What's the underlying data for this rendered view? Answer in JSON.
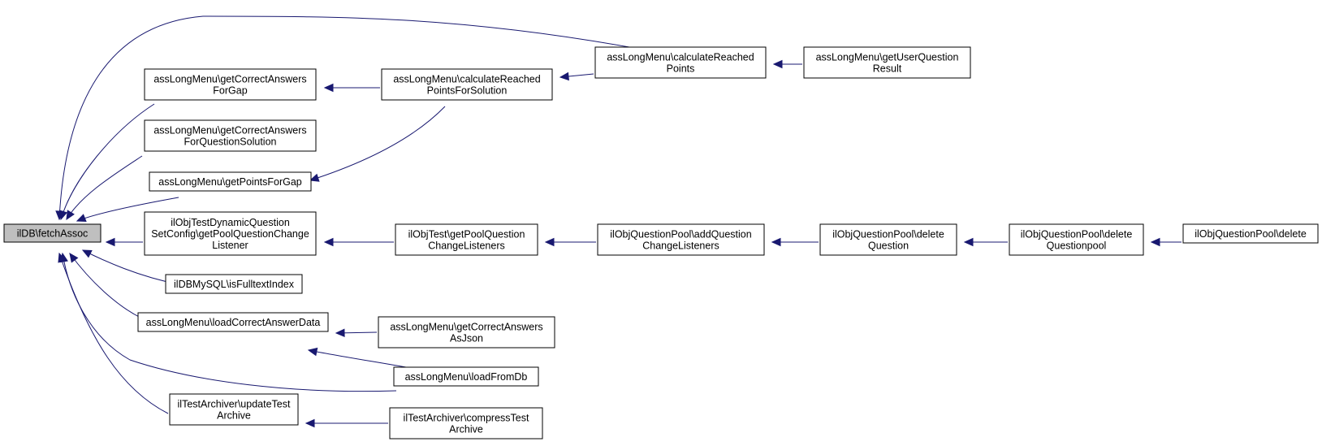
{
  "colors": {
    "edge": "#191970",
    "root_fill": "#bfbfbf",
    "node_fill": "#ffffff",
    "node_stroke": "#000000"
  },
  "nodes": {
    "root": {
      "lines": [
        "ilDB\\fetchAssoc"
      ]
    },
    "lm_corrgap": {
      "lines": [
        "assLongMenu\\getCorrectAnswers",
        "ForGap"
      ]
    },
    "lm_corrqs": {
      "lines": [
        "assLongMenu\\getCorrectAnswers",
        "ForQuestionSolution"
      ]
    },
    "lm_points": {
      "lines": [
        "assLongMenu\\getPointsForGap"
      ]
    },
    "dyn": {
      "lines": [
        "ilObjTestDynamicQuestion",
        "SetConfig\\getPoolQuestionChange",
        "Listener"
      ]
    },
    "mysql": {
      "lines": [
        "ilDBMySQL\\isFulltextIndex"
      ]
    },
    "lm_load": {
      "lines": [
        "assLongMenu\\loadCorrectAnswerData"
      ]
    },
    "arch": {
      "lines": [
        "ilTestArchiver\\updateTest",
        "Archive"
      ]
    },
    "lm_calcsol": {
      "lines": [
        "assLongMenu\\calculateReached",
        "PointsForSolution"
      ]
    },
    "lm_calc": {
      "lines": [
        "assLongMenu\\calculateReached",
        "Points"
      ]
    },
    "lm_user": {
      "lines": [
        "assLongMenu\\getUserQuestion",
        "Result"
      ]
    },
    "test_pool": {
      "lines": [
        "ilObjTest\\getPoolQuestion",
        "ChangeListeners"
      ]
    },
    "qp_add": {
      "lines": [
        "ilObjQuestionPool\\addQuestion",
        "ChangeListeners"
      ]
    },
    "qp_delq": {
      "lines": [
        "ilObjQuestionPool\\delete",
        "Question"
      ]
    },
    "qp_delpool": {
      "lines": [
        "ilObjQuestionPool\\delete",
        "Questionpool"
      ]
    },
    "qp_del": {
      "lines": [
        "ilObjQuestionPool\\delete"
      ]
    },
    "lm_json": {
      "lines": [
        "assLongMenu\\getCorrectAnswers",
        "AsJson"
      ]
    },
    "lm_db": {
      "lines": [
        "assLongMenu\\loadFromDb"
      ]
    },
    "arch_comp": {
      "lines": [
        "ilTestArchiver\\compressTest",
        "Archive"
      ]
    }
  }
}
